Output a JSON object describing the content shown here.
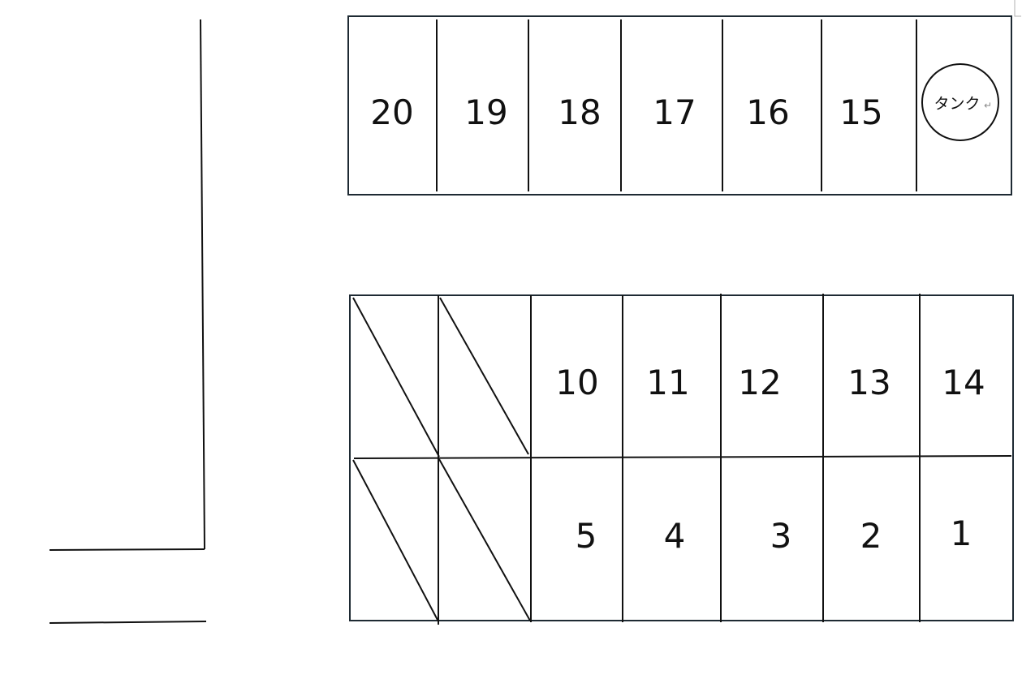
{
  "colors": {
    "line": "#111111",
    "frame": "#1e2a33",
    "background": "#ffffff"
  },
  "top_row": {
    "spaces": [
      "20",
      "19",
      "18",
      "17",
      "16",
      "15"
    ],
    "tank_label": "タンク",
    "tank_mark": "↵"
  },
  "bottom_row_upper": {
    "spaces": [
      "10",
      "11",
      "12",
      "13",
      "14"
    ]
  },
  "bottom_row_lower": {
    "spaces": [
      "5",
      "4",
      "3",
      "2",
      "1"
    ]
  }
}
